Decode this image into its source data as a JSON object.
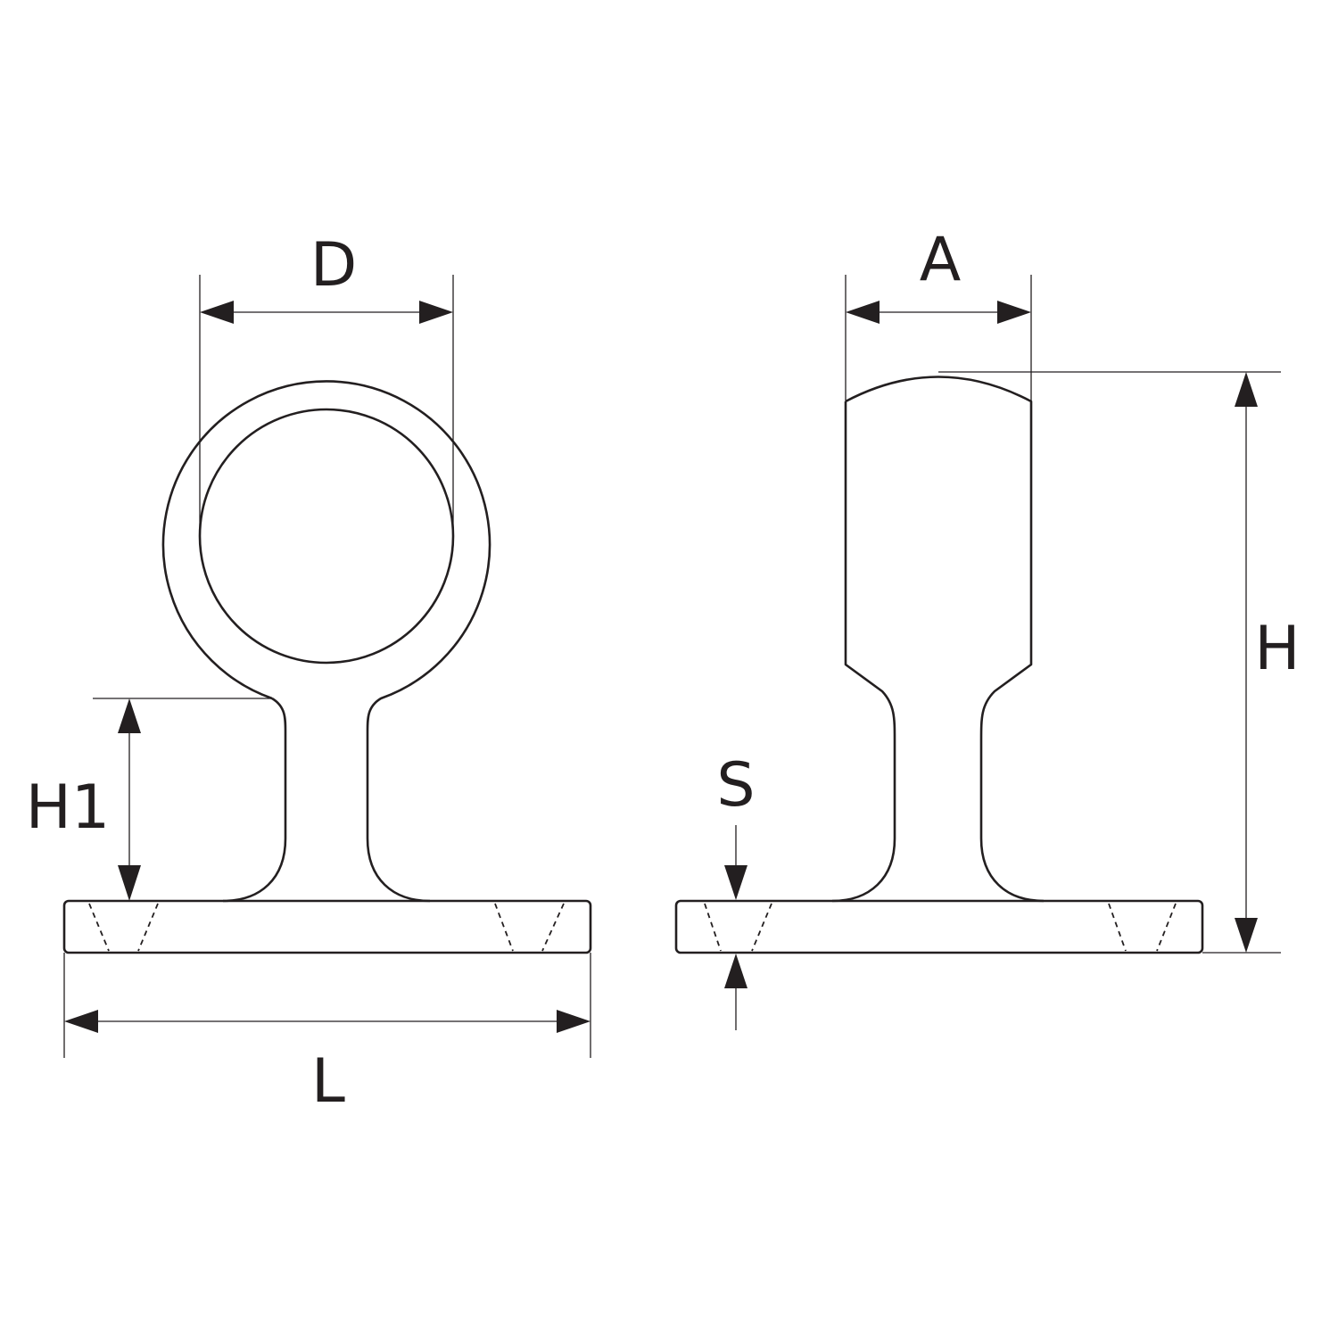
{
  "diagram": {
    "front_view": {
      "labels": {
        "diameter": "D",
        "stem_height": "H1",
        "length": "L"
      }
    },
    "side_view": {
      "labels": {
        "width": "A",
        "height": "H",
        "thickness": "S"
      }
    },
    "colors": {
      "line": "#231f20",
      "background": "#ffffff"
    }
  }
}
